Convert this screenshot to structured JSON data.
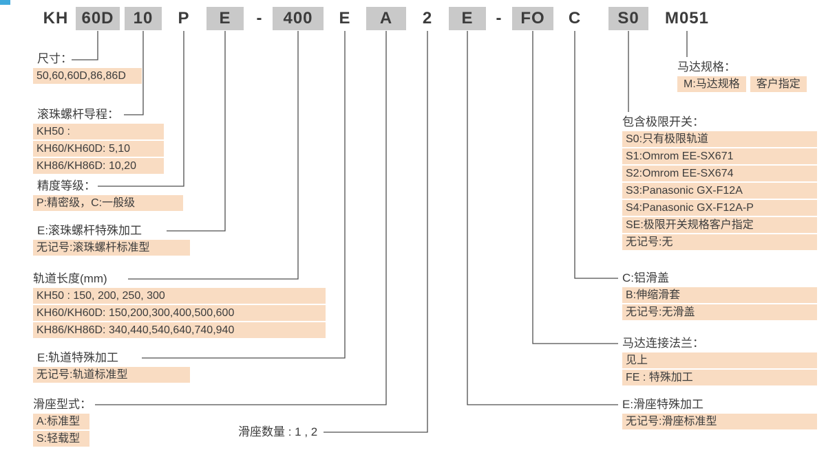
{
  "colors": {
    "segment_gray": "#c9c9c9",
    "highlight_peach": "#f9dcc2",
    "text": "#3c3c3c",
    "line": "#4d4d4d",
    "corner_blue": "#3fa9dc"
  },
  "code": {
    "segments": [
      {
        "text": "KH",
        "boxed": false
      },
      {
        "text": "60D",
        "boxed": true
      },
      {
        "text": "10",
        "boxed": true
      },
      {
        "text": "P",
        "boxed": false
      },
      {
        "text": "E",
        "boxed": true
      },
      {
        "text": "-",
        "boxed": false
      },
      {
        "text": "400",
        "boxed": true
      },
      {
        "text": "E",
        "boxed": false
      },
      {
        "text": "A",
        "boxed": true
      },
      {
        "text": "2",
        "boxed": false
      },
      {
        "text": "E",
        "boxed": true
      },
      {
        "text": "-",
        "boxed": false
      },
      {
        "text": "FO",
        "boxed": true
      },
      {
        "text": "C",
        "boxed": false
      },
      {
        "text": "S0",
        "boxed": true
      },
      {
        "text": "M051",
        "boxed": false
      }
    ]
  },
  "left_blocks": [
    {
      "label": "尺寸：",
      "items": [
        "50,60,60D,86,86D"
      ]
    },
    {
      "label": "滚珠螺杆导程：",
      "items": [
        "KH50 :",
        "KH60/KH60D: 5,10",
        "KH86/KH86D: 10,20"
      ]
    },
    {
      "label": "精度等级：",
      "items": [
        "P:精密级，C:一般级"
      ]
    },
    {
      "label": "E:滚珠螺杆特殊加工",
      "items": [
        "无记号:滚珠螺杆标准型"
      ]
    },
    {
      "label": "轨道长度(mm)",
      "items": [
        "KH50 : 150, 200, 250, 300",
        "KH60/KH60D: 150,200,300,400,500,600",
        "KH86/KH86D: 340,440,540,640,740,940"
      ]
    },
    {
      "label": "E:轨道特殊加工",
      "items": [
        "无记号:轨道标准型"
      ]
    },
    {
      "label": "滑座型式：",
      "items": [
        "A:标准型",
        "S:轻载型"
      ]
    },
    {
      "label": "滑座数量 : 1 , 2",
      "items": []
    }
  ],
  "right_blocks": [
    {
      "label": "马达规格：",
      "items": [
        "M:马达规格",
        "客户指定"
      ]
    },
    {
      "label": "包含极限开关：",
      "items": [
        "S0:只有极限轨道",
        "S1:Omrom EE-SX671",
        "S2:Omrom EE-SX674",
        "S3:Panasonic GX-F12A",
        "S4:Panasonic GX-F12A-P",
        "SE:极限开关规格客户指定",
        "无记号:无"
      ]
    },
    {
      "label": "C:铝滑盖",
      "items": [
        "B:伸缩滑套",
        "无记号:无滑盖"
      ]
    },
    {
      "label": "马达连接法兰：",
      "items": [
        "见上",
        "FE : 特殊加工"
      ]
    },
    {
      "label": "E:滑座特殊加工",
      "items": [
        "无记号:滑座标准型"
      ]
    }
  ]
}
